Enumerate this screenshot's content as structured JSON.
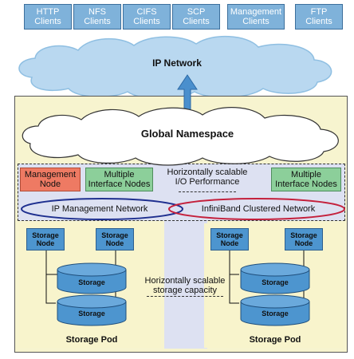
{
  "clients": [
    {
      "label": "HTTP\nClients"
    },
    {
      "label": "NFS\nClients"
    },
    {
      "label": "CIFS\nClients"
    },
    {
      "label": "SCP\nClients"
    },
    {
      "label": "Management\nClients"
    },
    {
      "label": "FTP\nClients"
    }
  ],
  "ip_network": "IP Network",
  "global_namespace": "Global Namespace",
  "management_node": "Management\nNode",
  "multiple_interface_nodes": "Multiple\nInterface Nodes",
  "io_performance": "Horizontally scalable\nI/O Performance",
  "ip_management_network": "IP Management Network",
  "infiniband_network": "InfiniBand Clustered Network",
  "storage_node": "Storage\nNode",
  "storage": "Storage",
  "storage_capacity": "Horizontally scalable\nstorage capacity",
  "storage_pod": "Storage Pod",
  "colors": {
    "client": "#7fb2da",
    "cloud": "#b9d8f0",
    "management_node": "#ee7a63",
    "interface_node": "#8ccf9a",
    "storage_node": "#4d95cf",
    "storage_cylinder": "#4d95cf",
    "frame_fill": "#f7f4cf",
    "ip_mgmt_ellipse": "#1e2f8f",
    "infiniband_ellipse": "#c4203c"
  }
}
